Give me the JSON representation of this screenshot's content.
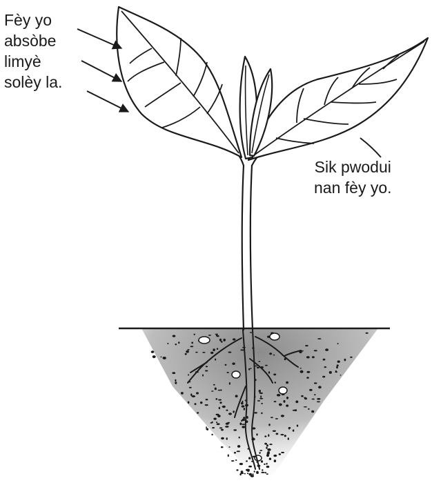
{
  "labels": {
    "leaves": [
      "Fèy yo",
      "absòbe",
      "limyè",
      "solèy la."
    ],
    "sugar": [
      "Sik pwodui",
      "nan fèy yo."
    ]
  },
  "colors": {
    "ink": "#1a1a1a",
    "soil_shade": "#9a9a9a",
    "background": "#ffffff"
  }
}
